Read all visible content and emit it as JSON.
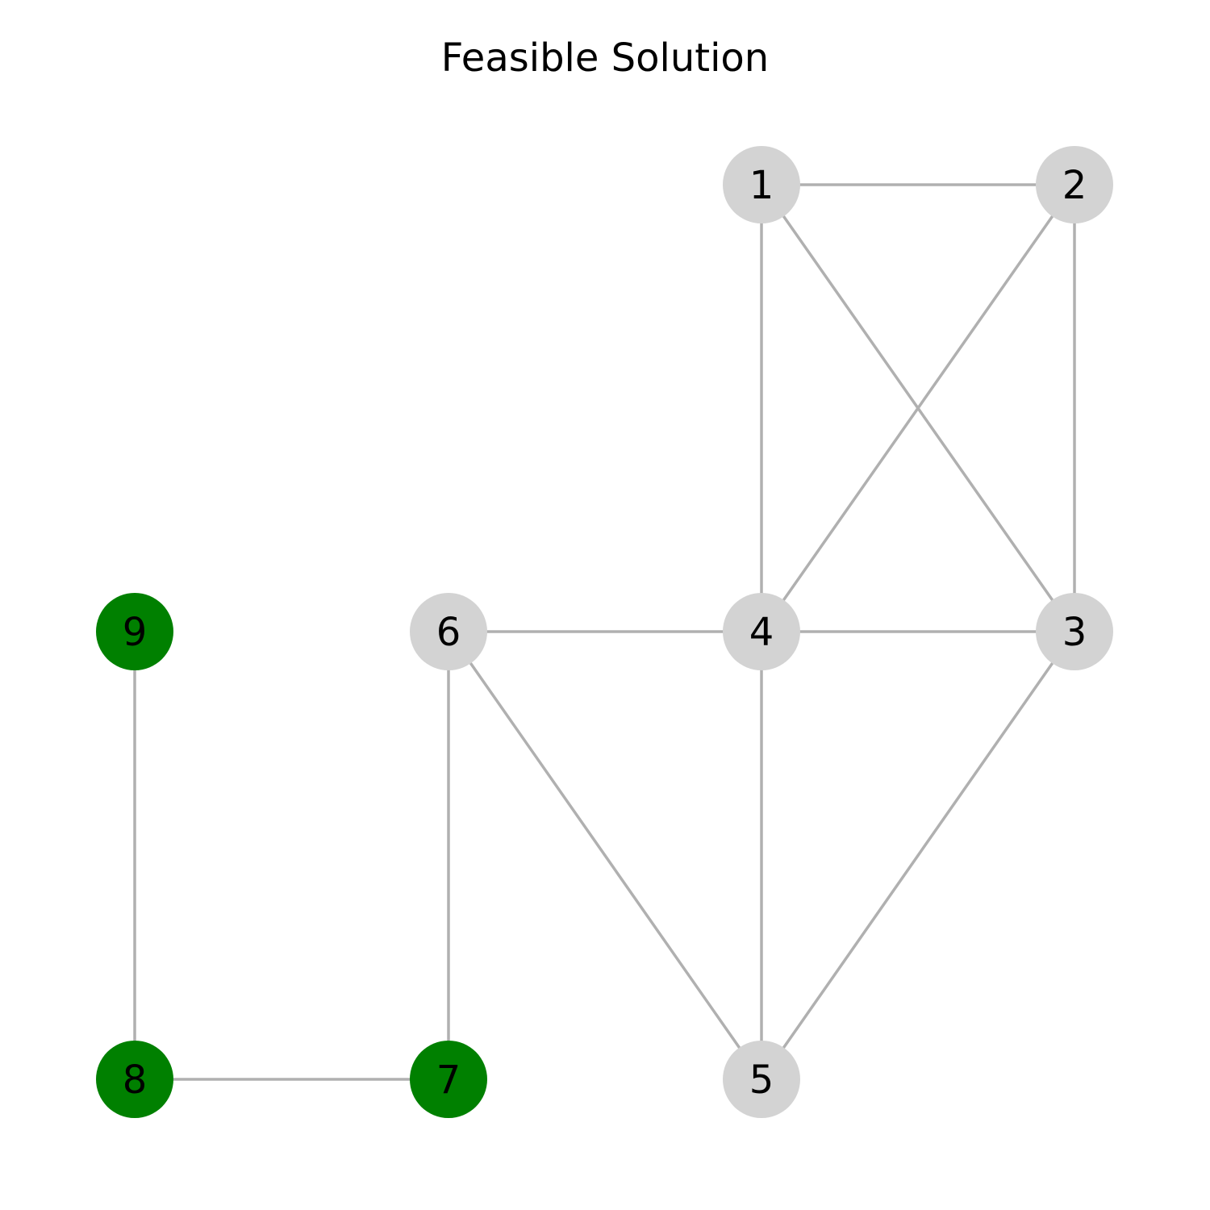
{
  "title": "Feasible Solution",
  "colors": {
    "background": "#ffffff",
    "edge": "#b0b0b0",
    "node_default": "#d3d3d3",
    "node_selected": "#008000",
    "label": "#000000"
  },
  "graph": {
    "nodes": [
      {
        "id": "1",
        "label": "1",
        "selected": false
      },
      {
        "id": "2",
        "label": "2",
        "selected": false
      },
      {
        "id": "3",
        "label": "3",
        "selected": false
      },
      {
        "id": "4",
        "label": "4",
        "selected": false
      },
      {
        "id": "5",
        "label": "5",
        "selected": false
      },
      {
        "id": "6",
        "label": "6",
        "selected": false
      },
      {
        "id": "7",
        "label": "7",
        "selected": true
      },
      {
        "id": "8",
        "label": "8",
        "selected": true
      },
      {
        "id": "9",
        "label": "9",
        "selected": true
      }
    ],
    "edges": [
      [
        "1",
        "2"
      ],
      [
        "1",
        "4"
      ],
      [
        "1",
        "3"
      ],
      [
        "2",
        "4"
      ],
      [
        "2",
        "3"
      ],
      [
        "6",
        "4"
      ],
      [
        "4",
        "3"
      ],
      [
        "4",
        "5"
      ],
      [
        "3",
        "5"
      ],
      [
        "6",
        "5"
      ],
      [
        "6",
        "7"
      ],
      [
        "9",
        "8"
      ],
      [
        "8",
        "7"
      ]
    ]
  }
}
